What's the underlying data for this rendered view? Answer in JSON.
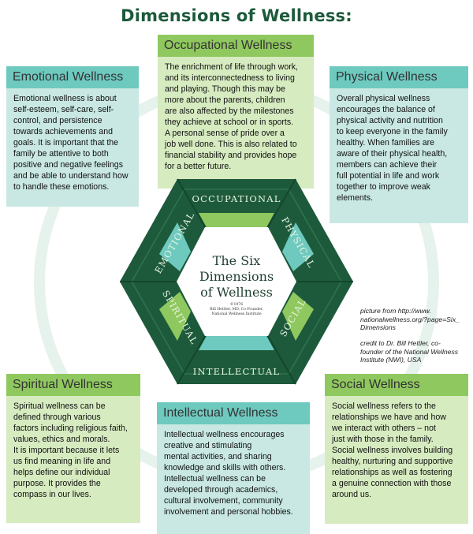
{
  "title": "Dimensions of Wellness:",
  "colors": {
    "title": "#1c5a3a",
    "hex_dark": "#1d5a3b",
    "teal_header": "#6ec9bf",
    "teal_body": "#c9e8e3",
    "green_header": "#8fc85e",
    "green_body": "#d6ebc0"
  },
  "boxes": {
    "occupational": {
      "heading": "Occupational Wellness",
      "lines": [
        "The enrichment of life through work,",
        "and its interconnectedness to living",
        "and playing. Though this may be",
        "more about the parents, children",
        "are also affected by the milestones",
        "they achieve at school or in sports.",
        "A personal sense of pride over a",
        "job well done. This is also related to",
        "financial stability and provides hope",
        "for a better future."
      ]
    },
    "emotional": {
      "heading": "Emotional Wellness",
      "lines": [
        "Emotional wellness is about",
        "self-esteem, self-care, self-",
        "control, and persistence",
        "towards achievements and",
        "goals. It is important that the",
        "family be attentive to both",
        "positive and negative feelings",
        "and be able to understand how",
        "to handle these emotions."
      ]
    },
    "physical": {
      "heading": "Physical Wellness",
      "lines": [
        "Overall physical wellness",
        "encourages the balance of",
        "physical activity and nutrition",
        "to keep everyone in the family",
        "healthy. When families are",
        "aware of their physical health,",
        "members can achieve their",
        "full potential in life and work",
        "together to improve weak",
        "elements."
      ]
    },
    "spiritual": {
      "heading": "Spiritual Wellness",
      "lines": [
        "Spiritual wellness can be",
        "defined through various",
        "factors including religious faith,",
        "values, ethics and morals.",
        "It is important because it lets",
        "us find meaning in life and",
        "helps define our individual",
        "purpose. It provides the",
        "compass in our lives."
      ]
    },
    "intellectual": {
      "heading": "Intellectual Wellness",
      "lines": [
        "Intellectual wellness encourages",
        "creative and stimulating",
        "mental activities, and sharing",
        "knowledge and skills with others.",
        "Intellectual wellness can be",
        "developed through academics,",
        "cultural involvement, community",
        "involvement and personal hobbies."
      ]
    },
    "social": {
      "heading": "Social Wellness",
      "lines": [
        "Social wellness refers to the",
        "relationships we have and how",
        "we interact with others – not",
        "just with those in the family.",
        "Social wellness involves building",
        "healthy, nurturing and supportive",
        "relationships as well as fostering",
        "a genuine connection with those",
        "around us."
      ]
    }
  },
  "hexagon": {
    "labels": {
      "top": "OCCUPATIONAL",
      "upper_right": "PHYSICAL",
      "lower_right": "SOCIAL",
      "bottom": "INTELLECTUAL",
      "lower_left": "SPIRITUAL",
      "upper_left": "EMOTIONAL"
    },
    "center": {
      "line1": "The Six",
      "line2": "Dimensions",
      "line3": "of Wellness",
      "copyright": "©1976",
      "author": "Bill Hettler, MD, Co-Founder,",
      "org": "National Wellness Institute"
    }
  },
  "credits": {
    "source": [
      "picture from http://www.",
      "nationalwellness.org/?page=Six_",
      "Dimensions"
    ],
    "author": [
      "credit to Dr. Bill Hettler, co-",
      "founder of the National Wellness",
      "Institute (NWI), USA"
    ]
  }
}
